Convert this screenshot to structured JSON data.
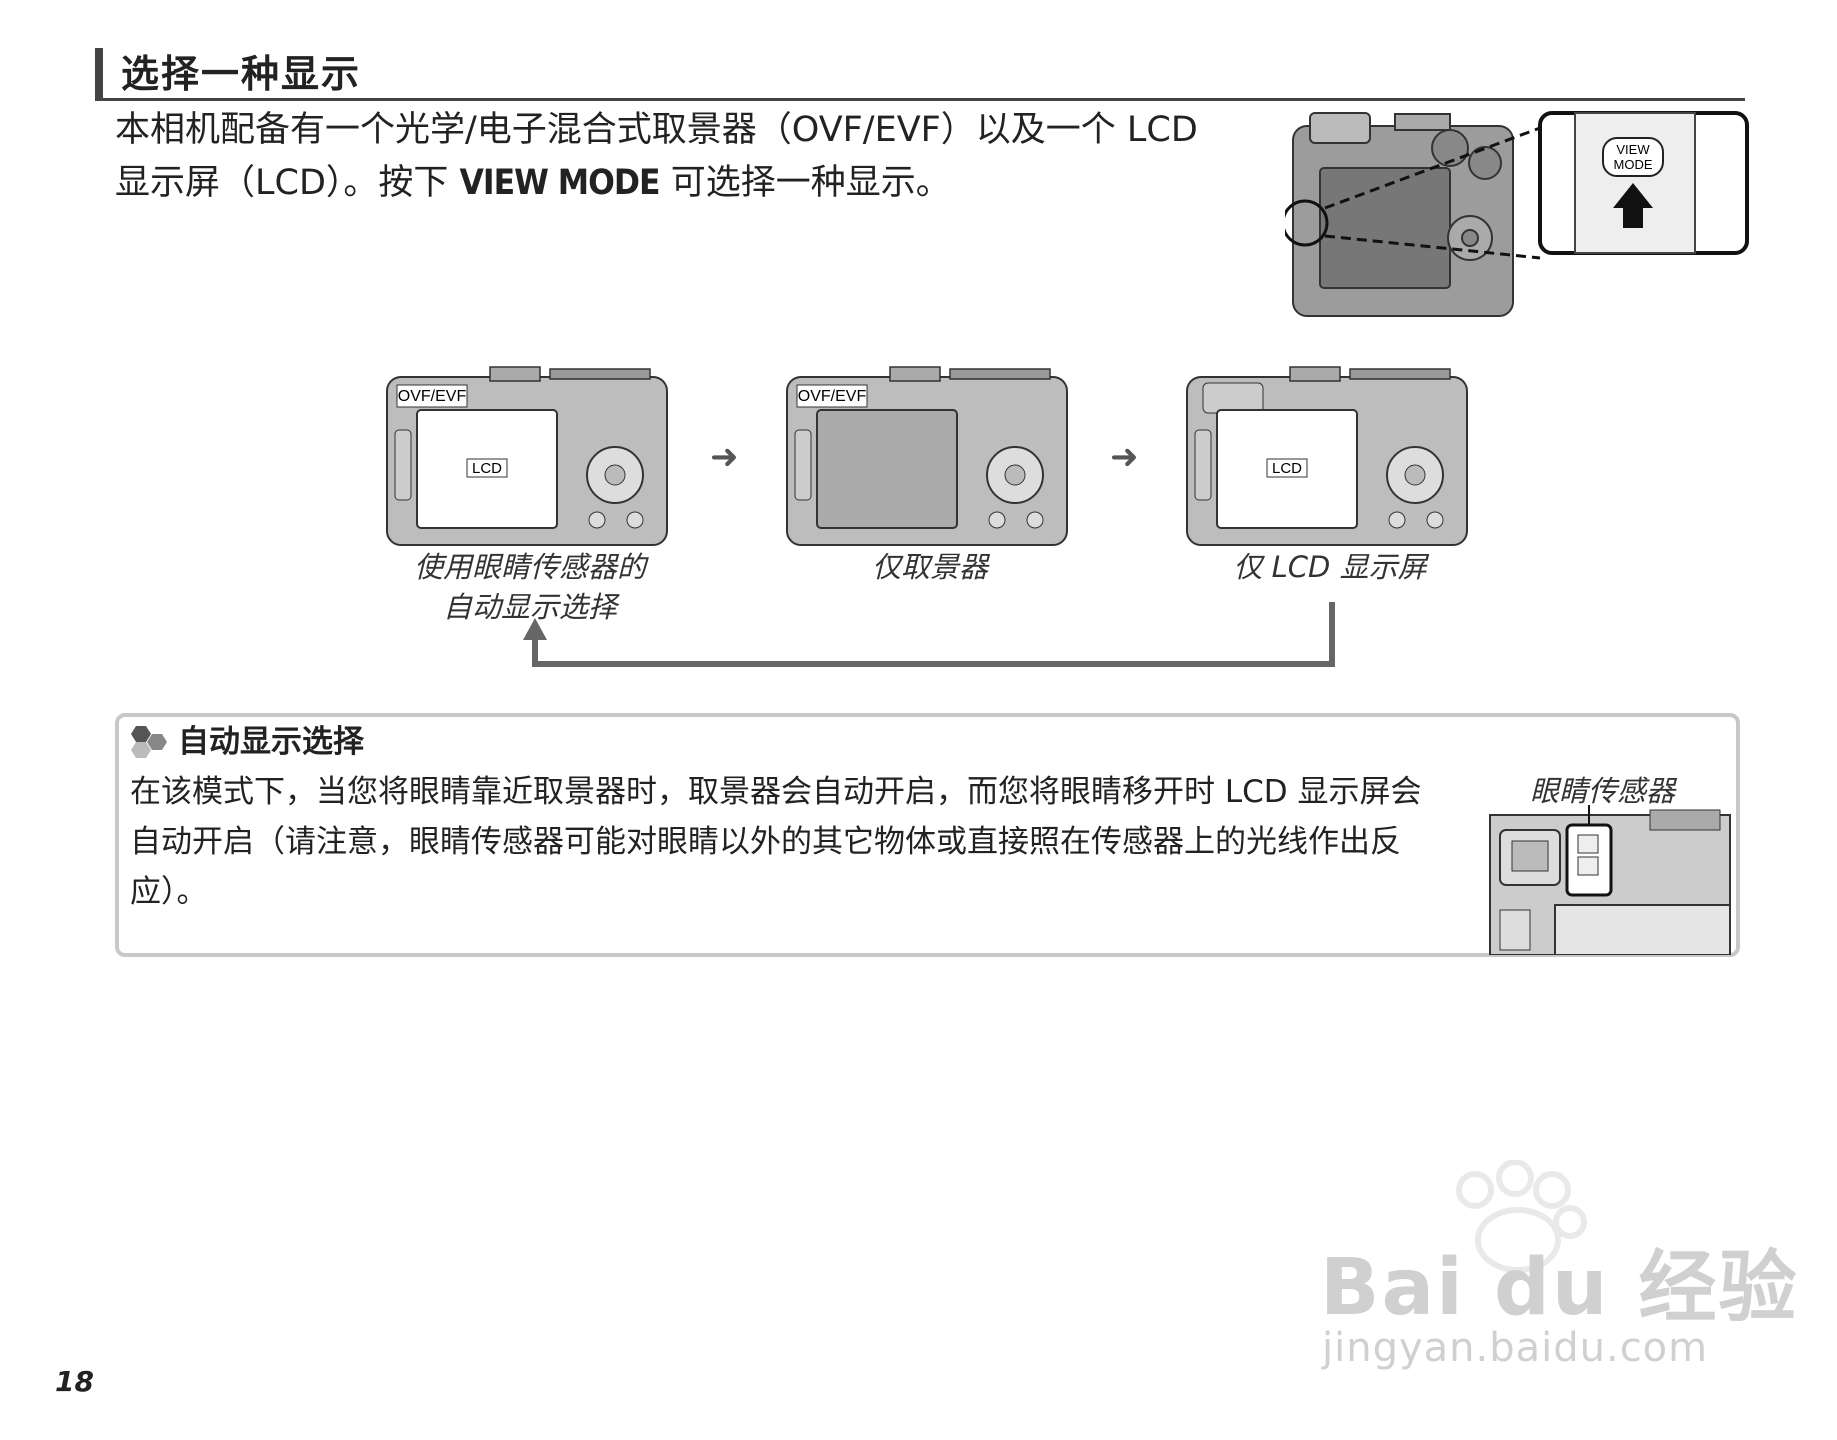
{
  "title": "选择一种显示",
  "intro": {
    "line1": "本相机配备有一个光学/电子混合式取景器（OVF/EVF）以及一个 LCD",
    "line2_pre": "显示屏（LCD）。按下 ",
    "line2_btn": "VIEW MODE",
    "line2_post": " 可选择一种显示。"
  },
  "main_camera": {
    "button_label_top": "VIEW",
    "button_label_bottom": "MODE"
  },
  "modes": [
    {
      "tag_vf": "OVF/EVF",
      "tag_lcd": "LCD",
      "caption_l1": "使用眼睛传感器的",
      "caption_l2": "自动显示选择"
    },
    {
      "tag_vf": "OVF/EVF",
      "tag_lcd": "",
      "caption_l1": "仅取景器",
      "caption_l2": ""
    },
    {
      "tag_vf": "",
      "tag_lcd": "LCD",
      "caption_l1": "仅 LCD 显示屏",
      "caption_l2": ""
    }
  ],
  "tip": {
    "title": "自动显示选择",
    "body": "在该模式下，当您将眼睛靠近取景器时，取景器会自动开启，而您将眼睛移开时 LCD 显示屏会自动开启（请注意，眼睛传感器可能对眼睛以外的其它物体或直接照在传感器上的光线作出反应）。",
    "sensor_label": "眼睛传感器"
  },
  "page_number": "18",
  "watermark": {
    "brand": "Bai du 经验",
    "url": "jingyan.baidu.com"
  }
}
